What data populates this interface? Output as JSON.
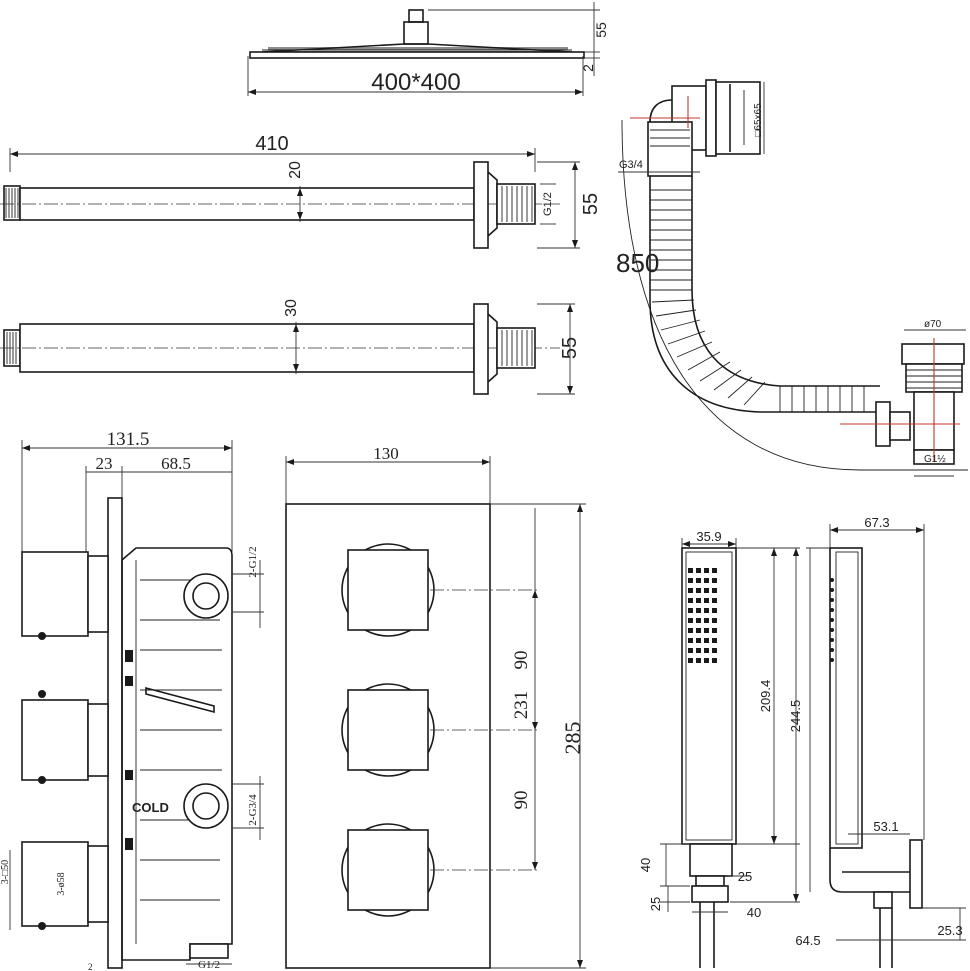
{
  "drawing": {
    "shower_head": {
      "size_label": "400*400",
      "height_label": "55",
      "thickness_label": "2"
    },
    "arm_upper": {
      "length_label": "410",
      "diameter_label": "20",
      "thread_label": "G1/2",
      "flange_label": "55"
    },
    "arm_lower": {
      "diameter_label": "30",
      "flange_label": "55"
    },
    "bath_waste": {
      "length_label": "850",
      "thread_label": "G3/4",
      "overflow_label": "□65x65",
      "plug_label": "ø70",
      "outlet_label": "G1½"
    },
    "valve_side": {
      "depth_label": "131.5",
      "handle_label": "23",
      "body_label": "68.5",
      "outlet_label": "2-G1/2",
      "inlet_label": "2-G3/4",
      "cold_label": "COLD",
      "handle_square_label": "3-□50",
      "handle_round_label": "3-ø58",
      "bottom_thread_label": "G1/2",
      "corner_label": "2"
    },
    "valve_front": {
      "width_label": "130",
      "spacing_top_label": "90",
      "centers_label": "231",
      "spacing_bottom_label": "90",
      "height_label": "285"
    },
    "hand_shower_front": {
      "width_label": "35.9",
      "height_label": "209.4",
      "bracket_height_label": "40",
      "bracket_depth_label": "25",
      "hose_offset_label": "25",
      "base_width_label": "40"
    },
    "hand_shower_side": {
      "depth_label": "67.3",
      "total_height_label": "244.5",
      "bracket_label": "53.1",
      "wall_offset_label": "64.5",
      "elbow_label": "25.3"
    }
  }
}
